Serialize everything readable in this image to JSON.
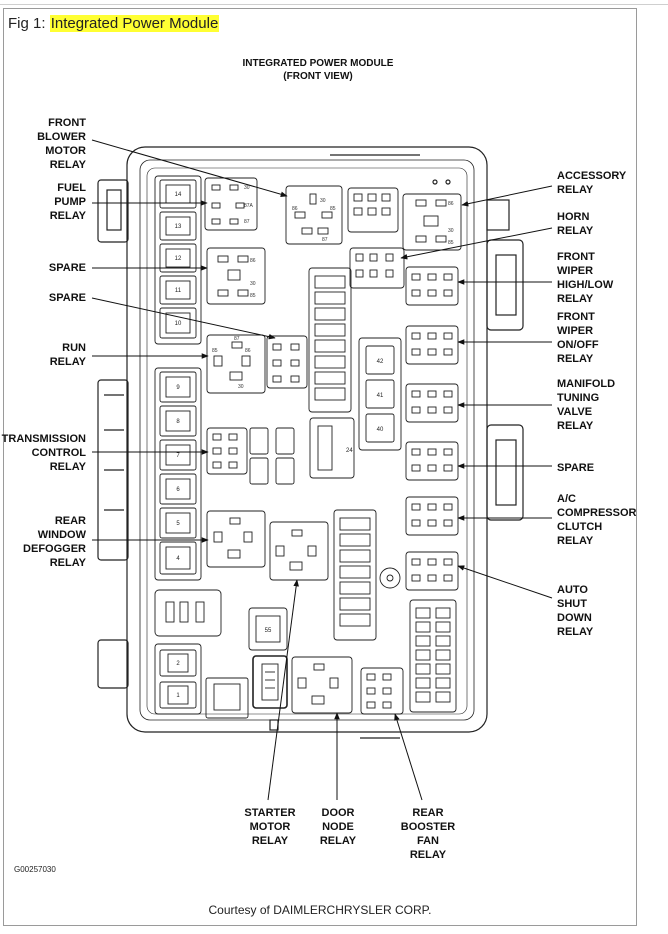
{
  "caption": {
    "prefix": "Fig 1: ",
    "highlight": "Integrated Power Module"
  },
  "diagram": {
    "title_line1": "INTEGRATED POWER MODULE",
    "title_line2": "(FRONT VIEW)",
    "figure_id": "G00257030",
    "credit": "Courtesy of DAIMLERCHRYSLER CORP."
  },
  "callouts_left": [
    {
      "id": "front-blower-motor-relay",
      "lines": [
        "FRONT",
        "BLOWER",
        "MOTOR",
        "RELAY"
      ]
    },
    {
      "id": "fuel-pump-relay",
      "lines": [
        "FUEL",
        "PUMP",
        "RELAY"
      ]
    },
    {
      "id": "spare-1",
      "lines": [
        "SPARE"
      ]
    },
    {
      "id": "spare-2",
      "lines": [
        "SPARE"
      ]
    },
    {
      "id": "run-relay",
      "lines": [
        "RUN",
        "RELAY"
      ]
    },
    {
      "id": "transmission-control-relay",
      "lines": [
        "TRANSMISSION",
        "CONTROL",
        "RELAY"
      ]
    },
    {
      "id": "rear-window-defogger-relay",
      "lines": [
        "REAR",
        "WINDOW",
        "DEFOGGER",
        "RELAY"
      ]
    }
  ],
  "callouts_right": [
    {
      "id": "accessory-relay",
      "lines": [
        "ACCESSORY",
        "RELAY"
      ]
    },
    {
      "id": "horn-relay",
      "lines": [
        "HORN",
        "RELAY"
      ]
    },
    {
      "id": "front-wiper-high-low-relay",
      "lines": [
        "FRONT",
        "WIPER",
        "HIGH/LOW",
        "RELAY"
      ]
    },
    {
      "id": "front-wiper-on-off-relay",
      "lines": [
        "FRONT",
        "WIPER",
        "ON/OFF",
        "RELAY"
      ]
    },
    {
      "id": "manifold-tuning-valve-relay",
      "lines": [
        "MANIFOLD",
        "TUNING",
        "VALVE",
        "RELAY"
      ]
    },
    {
      "id": "spare-3",
      "lines": [
        "SPARE"
      ]
    },
    {
      "id": "ac-compressor-clutch-relay",
      "lines": [
        "A/C",
        "COMPRESSOR",
        "CLUTCH",
        "RELAY"
      ]
    },
    {
      "id": "auto-shut-down-relay",
      "lines": [
        "AUTO",
        "SHUT",
        "DOWN",
        "RELAY"
      ]
    }
  ],
  "callouts_bottom": [
    {
      "id": "starter-motor-relay",
      "lines": [
        "STARTER",
        "MOTOR",
        "RELAY"
      ]
    },
    {
      "id": "door-node-relay",
      "lines": [
        "DOOR",
        "NODE",
        "RELAY"
      ]
    },
    {
      "id": "rear-booster-fan-relay",
      "lines": [
        "REAR",
        "BOOSTER",
        "FAN",
        "RELAY"
      ]
    }
  ],
  "fuse_numbers_left_upper": [
    "14",
    "13",
    "12",
    "11",
    "10"
  ],
  "fuse_numbers_left_lower": [
    "9",
    "8",
    "7",
    "6",
    "5",
    "4"
  ],
  "fuse_numbers_bottom": [
    "2",
    "1"
  ],
  "fuse_numbers_center": [
    "42",
    "41",
    "40"
  ],
  "fuse_number_24": "24",
  "fuse_number_55": "55",
  "pin_labels": {
    "p30": "30",
    "p85": "85",
    "p86": "86",
    "p87": "87",
    "p87a": "87A"
  },
  "colors": {
    "caption_highlight": "#ffff33",
    "line": "#222222"
  }
}
